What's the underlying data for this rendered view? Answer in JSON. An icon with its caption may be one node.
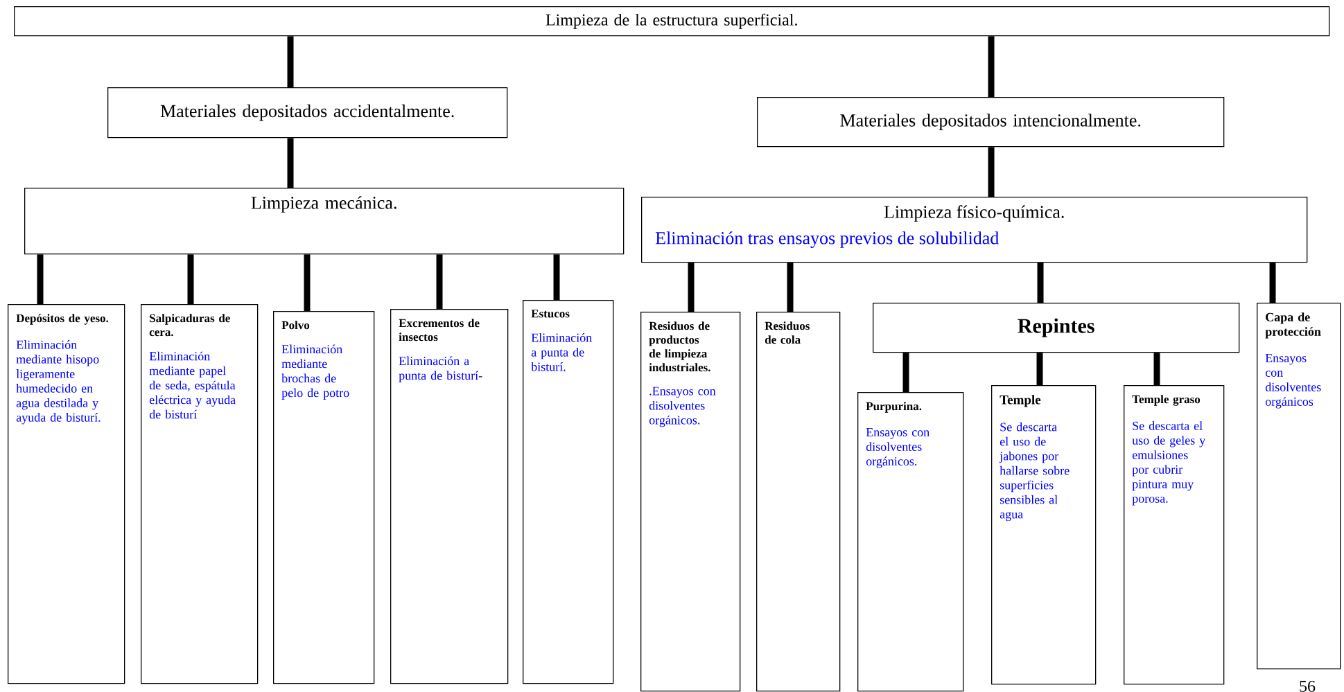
{
  "diagram": {
    "nodes": [
      {
        "text": [
          "Limpieza de  la estructura superficial."
        ]
      },
      {
        "text": [
          "Materiales depositados accidentalmente."
        ]
      },
      {
        "text": [
          "Materiales depositados intencionalmente."
        ]
      },
      {
        "text": [
          "Limpieza mecánica."
        ]
      },
      {
        "text": [
          "Limpieza físico-química.",
          "Eliminación tras ensayos previos de solubilidad"
        ]
      },
      {
        "text": [
          "Depósitos de yeso.",
          "Eliminación mediante hisopo ligeramente humedecido en agua destilada y ayuda de bisturí."
        ]
      },
      {
        "text": [
          "Salpicaduras de cera.",
          "Eliminación mediante papel de seda, espátula eléctrica y ayuda de bisturí"
        ]
      },
      {
        "text": [
          "Polvo",
          "Eliminación mediante brochas de pelo de potro"
        ]
      },
      {
        "text": [
          "Excrementos de insectos",
          "Eliminación a punta de bisturí-"
        ]
      },
      {
        "text": [
          "Estucos",
          "Eliminación a punta de bisturí."
        ]
      },
      {
        "text": [
          "Residuos de productos de limpieza industriales.",
          ".Ensayos con disolventes orgánicos."
        ]
      },
      {
        "text": [
          "Residuos de cola"
        ]
      },
      {
        "text": [
          "Repintes"
        ]
      },
      {
        "text": [
          "Purpurina.",
          "Ensayos con disolventes orgánicos."
        ]
      },
      {
        "text": [
          "Temple",
          "Se descarta el uso de jabones por hallarse sobre superficies sensibles al agua"
        ]
      },
      {
        "text": [
          "Temple graso",
          "Se descarta el uso de geles y emulsiones por cubrir pintura muy porosa."
        ]
      },
      {
        "text": [
          "Capa de protección",
          "Ensayos con disolventes orgánicos"
        ]
      }
    ],
    "edges": [
      {
        "from": 0,
        "to": 1,
        "arrow": "none"
      },
      {
        "from": 0,
        "to": 2,
        "arrow": "none"
      },
      {
        "from": 1,
        "to": 3,
        "arrow": "none"
      },
      {
        "from": 2,
        "to": 4,
        "arrow": "none"
      },
      {
        "from": 3,
        "to": 5,
        "arrow": "none"
      },
      {
        "from": 3,
        "to": 6,
        "arrow": "none"
      },
      {
        "from": 3,
        "to": 7,
        "arrow": "none"
      },
      {
        "from": 3,
        "to": 8,
        "arrow": "none"
      },
      {
        "from": 3,
        "to": 9,
        "arrow": "none"
      },
      {
        "from": 4,
        "to": 10,
        "arrow": "none"
      },
      {
        "from": 4,
        "to": 11,
        "arrow": "none"
      },
      {
        "from": 4,
        "to": 12,
        "arrow": "none"
      },
      {
        "from": 4,
        "to": 16,
        "arrow": "none"
      },
      {
        "from": 12,
        "to": 13,
        "arrow": "none"
      },
      {
        "from": 12,
        "to": 14,
        "arrow": "none"
      },
      {
        "from": 12,
        "to": 15,
        "arrow": "none"
      }
    ],
    "labels": [
      "56"
    ]
  }
}
